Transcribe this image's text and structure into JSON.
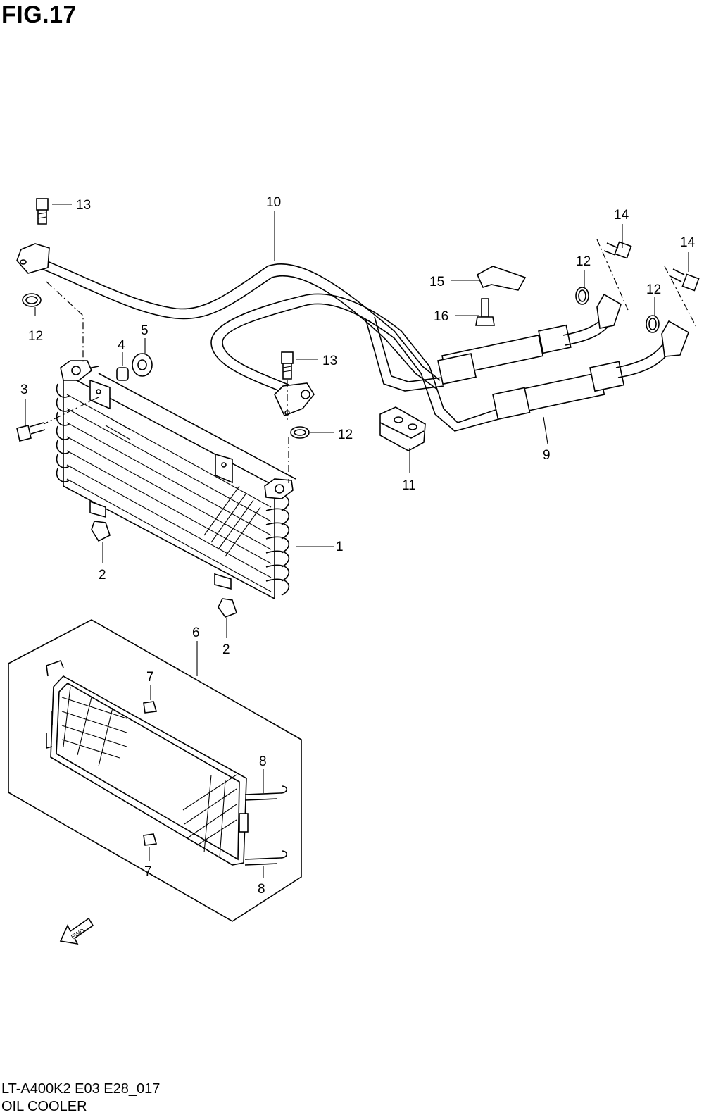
{
  "figure": {
    "title": "FIG.17",
    "model_code": "LT-A400K2 E03 E28_017",
    "caption": "OIL COOLER",
    "fwd_label": "FWD"
  },
  "callouts": [
    {
      "id": "c13a",
      "label": "13"
    },
    {
      "id": "c10",
      "label": "10"
    },
    {
      "id": "c14a",
      "label": "14"
    },
    {
      "id": "c14b",
      "label": "14"
    },
    {
      "id": "c12a",
      "label": "12"
    },
    {
      "id": "c12b",
      "label": "12"
    },
    {
      "id": "c12c",
      "label": "12"
    },
    {
      "id": "c12d",
      "label": "12"
    },
    {
      "id": "c15",
      "label": "15"
    },
    {
      "id": "c16",
      "label": "16"
    },
    {
      "id": "c5",
      "label": "5"
    },
    {
      "id": "c4",
      "label": "4"
    },
    {
      "id": "c3",
      "label": "3"
    },
    {
      "id": "c13b",
      "label": "13"
    },
    {
      "id": "c9",
      "label": "9"
    },
    {
      "id": "c11",
      "label": "11"
    },
    {
      "id": "c1",
      "label": "1"
    },
    {
      "id": "c2a",
      "label": "2"
    },
    {
      "id": "c2b",
      "label": "2"
    },
    {
      "id": "c6",
      "label": "6"
    },
    {
      "id": "c7a",
      "label": "7"
    },
    {
      "id": "c7b",
      "label": "7"
    },
    {
      "id": "c8a",
      "label": "8"
    },
    {
      "id": "c8b",
      "label": "8"
    }
  ]
}
